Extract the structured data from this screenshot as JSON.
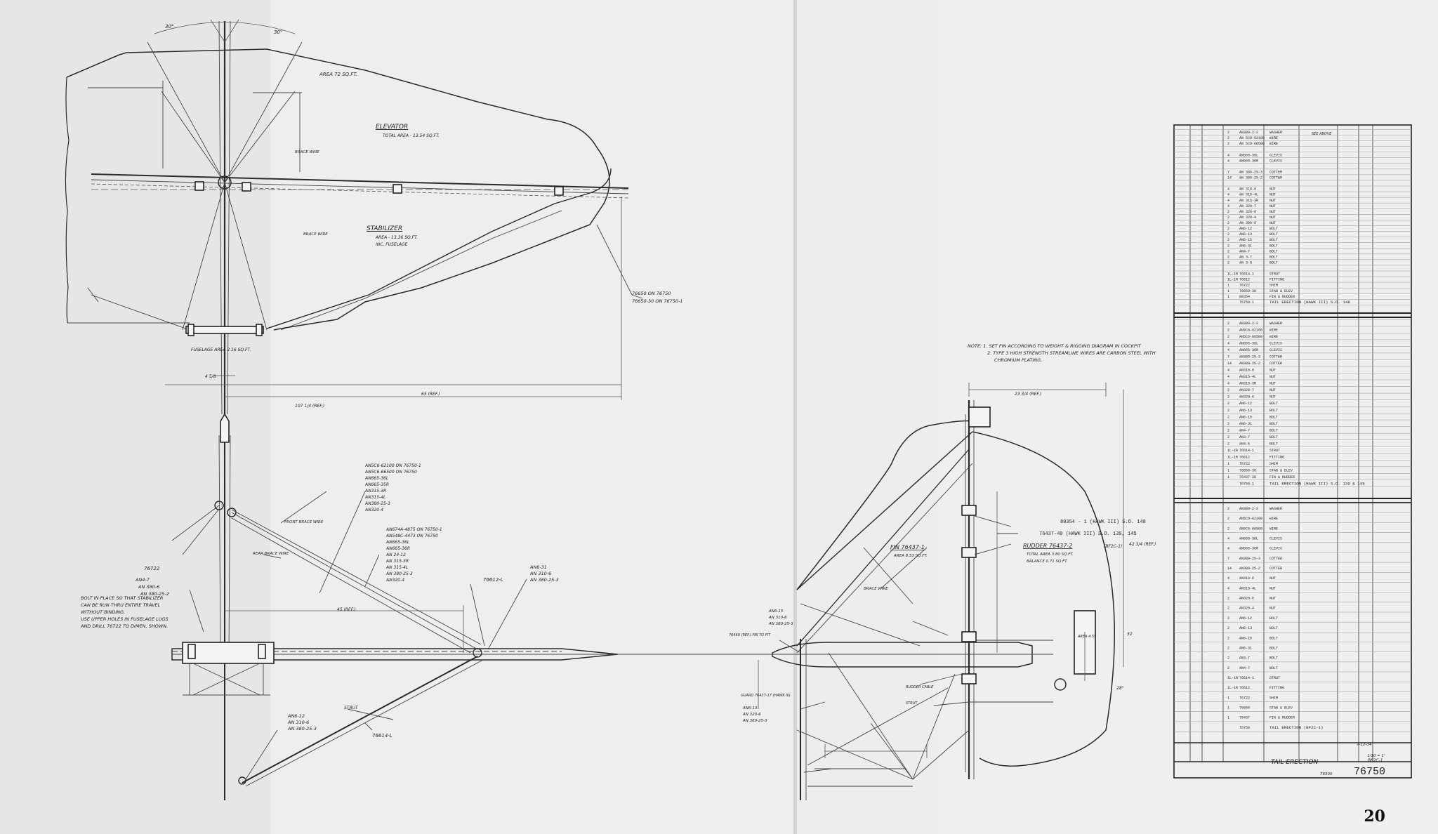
{
  "page_number": "20",
  "left_view": {
    "elevator": {
      "name": "ELEVATOR",
      "area": "TOTAL AREA - 13.54 SQ.FT."
    },
    "stabilizer": {
      "name": "STABILIZER",
      "area": "AREA - 13.36 SQ.FT.",
      "note": "INC. FUSELAGE"
    },
    "area_top": "AREA 72 SQ.FT.",
    "fuselage_area": "FUSELAGE AREA 2.16 SQ.FT.",
    "brace_wire": "BRACE WIRE",
    "stabilizer_ref": [
      "76650 ON 76750",
      "76650-30 ON 76750-1"
    ],
    "angle_30a": "30°",
    "angle_30b": "30°",
    "span_dim": "65 (REF.)",
    "total_dim": "107 1/4 (REF.)",
    "small_dim": "4 5/8",
    "part_stack_a": [
      "AN5C6-62100 ON 76750-1",
      "AN5C6-66500 ON 76750",
      "AN665-36L",
      "AN665-35R",
      "AN315-3R",
      "AN315-4L",
      "AN380-25-3",
      "AN320-4"
    ],
    "part_stack_b": [
      "AN674A-4875 ON 76750-1",
      "AN548C-4473 ON 76750",
      "AN665-36L",
      "AN665-36R",
      "AN 24-12",
      "AN 315-3R",
      "AN 315-4L",
      "AN 380-25-3",
      "AN320-4"
    ],
    "front_brace_wire": "FRONT BRACE WIRE",
    "rear_brace_wire": "REAR BRACE WIRE",
    "left_callouts": [
      "76722",
      "AN4-7",
      "AN 380-6",
      "AN 380-25-2"
    ],
    "bolt_note": [
      "BOLT IN PLACE SO THAT STABILIZER",
      "CAN BE RUN THRU ENTIRE TRAVEL",
      "WITHOUT BINDING.",
      "USE UPPER HOLES IN FUSELAGE LUGS",
      "AND DRILL 76722 TO DIMEN. SHOWN."
    ],
    "part_76612": "76612-L",
    "part_an6_31": [
      "AN6-31",
      "AN 310-6",
      "AN 380-25-3"
    ],
    "an6_12": [
      "AN6-12",
      "AN 310-6",
      "AN 380-25-3"
    ],
    "strut": "STRUT",
    "part_76614": "76614-L",
    "dim_45": "45 (REF.)"
  },
  "right_view": {
    "notes": [
      "NOTE: 1. SET FIN ACCORDING TO WEIGHT & RIGGING DIAGRAM IN COCKPIT",
      "2. TYPE 3 HIGH STRENGTH STREAMLINE WIRES ARE CARBON STEEL WITH",
      "CHROMIUM PLATING."
    ],
    "fin": {
      "name": "FIN 76437-1",
      "area": "AREA 8.53 SQ.FT."
    },
    "rudder": {
      "name": "RUDDER 76437-2",
      "code": "(BF2C-1)",
      "area": "TOTAL AREA 3.80 SQ.FT.",
      "balance": "BALANCE 0.71 SQ.FT."
    },
    "fin_callouts": [
      "80354 - 1 (HAWK III)  S.O. 148",
      "76437-49 (HAWK III) S.O. 139, 145",
      "42 3/4 (REF.)"
    ],
    "brace_wire": "BRACE WIRE",
    "top_dim": "23 3/4 (REF.)",
    "side_dim": "32",
    "angle": "28°",
    "rudder_label": "AREA 4.55",
    "lower_callouts": [
      "AN6-15",
      "AN 310-6",
      "AN 380-25-3",
      "76460 (REF.) FIN TO FIT",
      "RUDDER CABLE",
      "STRUT",
      "GUARD 76437-17 (HAWK III)",
      "AN6-13",
      "AN 320-6",
      "AN 380-25-3"
    ]
  },
  "parts_table": {
    "group1": [
      [
        "2",
        "AN380-2-2",
        "WASHER"
      ],
      [
        "2",
        "AN 5C6-62100",
        "WIRE"
      ],
      [
        "2",
        "AN 5C6-66500",
        "WIRE"
      ],
      [
        "",
        "",
        ""
      ],
      [
        "4",
        "AN665-36L",
        "CLEVIS"
      ],
      [
        "4",
        "AN665-36R",
        "CLEVIS"
      ],
      [
        "",
        "",
        ""
      ],
      [
        "7",
        "AN 380-25-3",
        "COTTER"
      ],
      [
        "14",
        "AN 380-25-2",
        "COTTER"
      ],
      [
        "",
        "",
        ""
      ],
      [
        "4",
        "AN 310-6",
        "NUT"
      ],
      [
        "4",
        "AN 315-4L",
        "NUT"
      ],
      [
        "4",
        "AN 315-3R",
        "NUT"
      ],
      [
        "4",
        "AN 320-7",
        "NUT"
      ],
      [
        "2",
        "AN 320-6",
        "NUT"
      ],
      [
        "2",
        "AN 320-4",
        "NUT"
      ],
      [
        "2",
        "AN 380-6",
        "NUT"
      ],
      [
        "2",
        "AN6-12",
        "BOLT"
      ],
      [
        "2",
        "AN6-13",
        "BOLT"
      ],
      [
        "2",
        "AN6-15",
        "BOLT"
      ],
      [
        "2",
        "AN6-31",
        "BOLT"
      ],
      [
        "2",
        "AN4-7",
        "BOLT"
      ],
      [
        "2",
        "AN 3-7",
        "BOLT"
      ],
      [
        "2",
        "AN 3-5",
        "BOLT"
      ],
      [
        "",
        "",
        ""
      ],
      [
        "1L-1R",
        "76614-1",
        "STRUT"
      ],
      [
        "1L-1R",
        "76612",
        "FITTING"
      ],
      [
        "1",
        "76722",
        "SHIM"
      ],
      [
        "1",
        "76650-30",
        "STAB & ELEV"
      ],
      [
        "1",
        "80354",
        "FIN & RUDDER"
      ],
      [
        "",
        "76750-1",
        "TAIL ERECTION  (HAWK III)  S.O. 148"
      ]
    ],
    "group2": [
      [
        "2",
        "AN380-2-2",
        "WASHER"
      ],
      [
        "2",
        "AN5C6-62100",
        "WIRE"
      ],
      [
        "2",
        "AN5C6-66500",
        "WIRE"
      ],
      [
        "4",
        "AN665-36L",
        "CLEVIS"
      ],
      [
        "4",
        "AN665-36R",
        "CLEVIS"
      ],
      [
        "7",
        "AN380-25-3",
        "COTTER"
      ],
      [
        "14",
        "AN380-25-2",
        "COTTER"
      ],
      [
        "4",
        "AN310-6",
        "NUT"
      ],
      [
        "4",
        "AN315-4L",
        "NUT"
      ],
      [
        "4",
        "AN315-3R",
        "NUT"
      ],
      [
        "2",
        "AN320-7",
        "NUT"
      ],
      [
        "2",
        "AN320-6",
        "NUT"
      ],
      [
        "2",
        "AN6-12",
        "BOLT"
      ],
      [
        "2",
        "AN6-13",
        "BOLT"
      ],
      [
        "2",
        "AN6-15",
        "BOLT"
      ],
      [
        "2",
        "AN6-31",
        "BOLT"
      ],
      [
        "2",
        "AN4-7",
        "BOLT"
      ],
      [
        "2",
        "AN3-7",
        "BOLT"
      ],
      [
        "2",
        "AN4-5",
        "BOLT"
      ],
      [
        "1L-1R",
        "76614-1",
        "STRUT"
      ],
      [
        "1L-1R",
        "76612",
        "FITTING"
      ],
      [
        "1",
        "76722",
        "SHIM"
      ],
      [
        "1",
        "76650-30",
        "STAB & ELEV"
      ],
      [
        "1",
        "76437-30",
        "FIN & RUDDER"
      ],
      [
        "",
        "76750-1",
        "TAIL ERECTION  (HAWK III)  S.O. 139 & 145"
      ]
    ],
    "group3": [
      [
        "2",
        "AN380-2-2",
        "WASHER"
      ],
      [
        "2",
        "AN5C6-62100",
        "WIRE"
      ],
      [
        "2",
        "AN5C6-66500",
        "WIRE"
      ],
      [
        "4",
        "AN665-36L",
        "CLEVIS"
      ],
      [
        "4",
        "AN665-36R",
        "CLEVIS"
      ],
      [
        "7",
        "AN380-25-3",
        "COTTER"
      ],
      [
        "14",
        "AN380-25-2",
        "COTTER"
      ],
      [
        "4",
        "AN310-6",
        "NUT"
      ],
      [
        "4",
        "AN315-4L",
        "NUT"
      ],
      [
        "2",
        "AN320-6",
        "NUT"
      ],
      [
        "2",
        "AN320-4",
        "NUT"
      ],
      [
        "2",
        "AN6-12",
        "BOLT"
      ],
      [
        "2",
        "AN6-13",
        "BOLT"
      ],
      [
        "2",
        "AN6-15",
        "BOLT"
      ],
      [
        "2",
        "AN6-31",
        "BOLT"
      ],
      [
        "2",
        "AN3-7",
        "BOLT"
      ],
      [
        "2",
        "AN4-7",
        "BOLT"
      ],
      [
        "1L-1R",
        "76614-1",
        "STRUT"
      ],
      [
        "1L-1R",
        "76612",
        "FITTING"
      ],
      [
        "1",
        "76722",
        "SHIM"
      ],
      [
        "1",
        "76650",
        "STAB & ELEV"
      ],
      [
        "1",
        "76437",
        "FIN & RUDDER"
      ],
      [
        "",
        "76750",
        "TAIL ERECTION  (BF2C-1)"
      ]
    ],
    "side_note": "SEE ABOVE"
  },
  "title_block": {
    "title": "TAIL ERECTION",
    "model": "BF2C-1",
    "drawing_number": "76750",
    "scale": "1/10 = 1'",
    "sheet": "76500",
    "date": "7-12-34"
  }
}
